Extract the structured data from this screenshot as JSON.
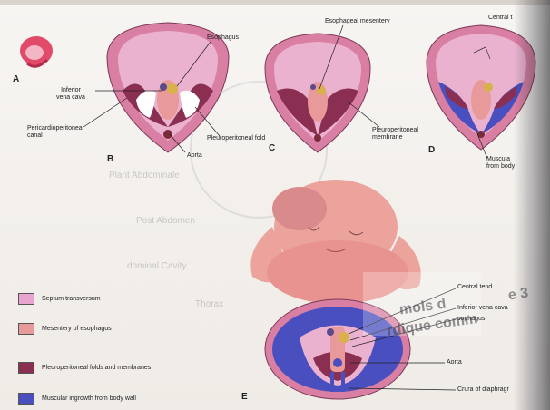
{
  "labels": {
    "esophagus": "Esophagus",
    "esophageal_mesentery": "Esophageal mesentery",
    "central": "Central t",
    "inferior_vena_cava_b": "Inferior\nvena cava",
    "pericardioperitoneal_canal": "Pericardioperitoneal\ncanal",
    "pleuroperitoneal_fold": "Pleuroperitoneal fold",
    "aorta_b": "Aorta",
    "pleuroperitoneal_membrane": "Pleuroperitoneal\nmembrane",
    "muscular_ingrowth_d": "Muscula\nfrom body",
    "central_tendon_e": "Central tend",
    "inferior_vena_cava_e": "Inferior vena cava",
    "esophagus_e": "sophagus",
    "aorta_e": "Aorta",
    "crura": "Crura of diaphragr"
  },
  "panels": {
    "a": "A",
    "b": "B",
    "c": "C",
    "d": "D",
    "e": "E"
  },
  "legend": [
    {
      "label": "Septum transversum",
      "color": "#e8a5cf"
    },
    {
      "label": "Mesentery of esophagus",
      "color": "#e89a9a"
    },
    {
      "label": "Pleuroperitoneal folds and membranes",
      "color": "#8a2e52"
    },
    {
      "label": "Muscular ingrowth from body wall",
      "color": "#4a4fc0"
    }
  ],
  "bleed_through": {
    "line1": "e 3",
    "line2": "mols d",
    "line3": "rdique comm",
    "line4": "Plant Abdominale",
    "line5": "dominal Cavity",
    "line6": "Thorax",
    "line7": "Post Abdomen"
  },
  "colors": {
    "septum": "#e8a5cf",
    "mesentery": "#e89a9a",
    "pleuroperitoneal": "#8a2e52",
    "muscular": "#4a4fc0",
    "embryo_skin": "#eba39c"
  }
}
